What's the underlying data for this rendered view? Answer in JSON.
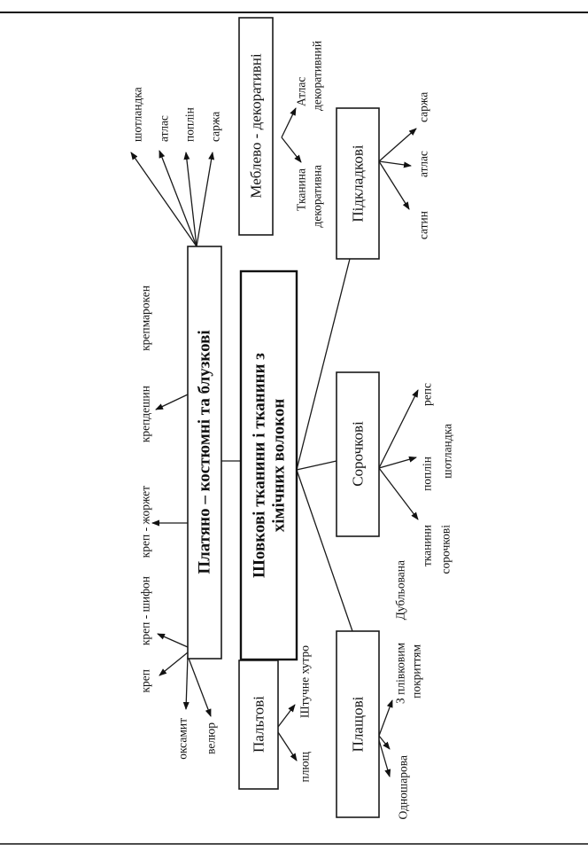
{
  "central": {
    "line1": "Шовкові тканини і тканини з",
    "line2": "хімічних волокон"
  },
  "categories": {
    "platiano": "Платяно – костюмні та блузкові",
    "meblevo": "Меблево - декоративні",
    "pidkladkovi": "Підкладкові",
    "sorochkovi": "Сорочкові",
    "platsovi": "Плащові",
    "paltovi": "Пальтові"
  },
  "leaves": {
    "platiano_top": [
      "шотландка",
      "атлас",
      "поплін",
      "саржа"
    ],
    "platiano_bottom": [
      "крепмарокен",
      "крепдешин",
      "креп - жоржет",
      "креп - шифон",
      "креп",
      "оксамит",
      "велюр"
    ],
    "meblevo": [
      "Атлас",
      "декоративний",
      "Тканина",
      "декоративна"
    ],
    "pidkladkovi": [
      "саржа",
      "атлас",
      "сатин"
    ],
    "sorochkovi": [
      "репс",
      "поплін",
      "шотландка",
      "тканини",
      "сорочкові"
    ],
    "platsovi": [
      "Дубльована",
      "З плівковим",
      "покриттям",
      "Одношарова"
    ],
    "paltovi": [
      "Штучне хутро",
      "плющ"
    ]
  }
}
